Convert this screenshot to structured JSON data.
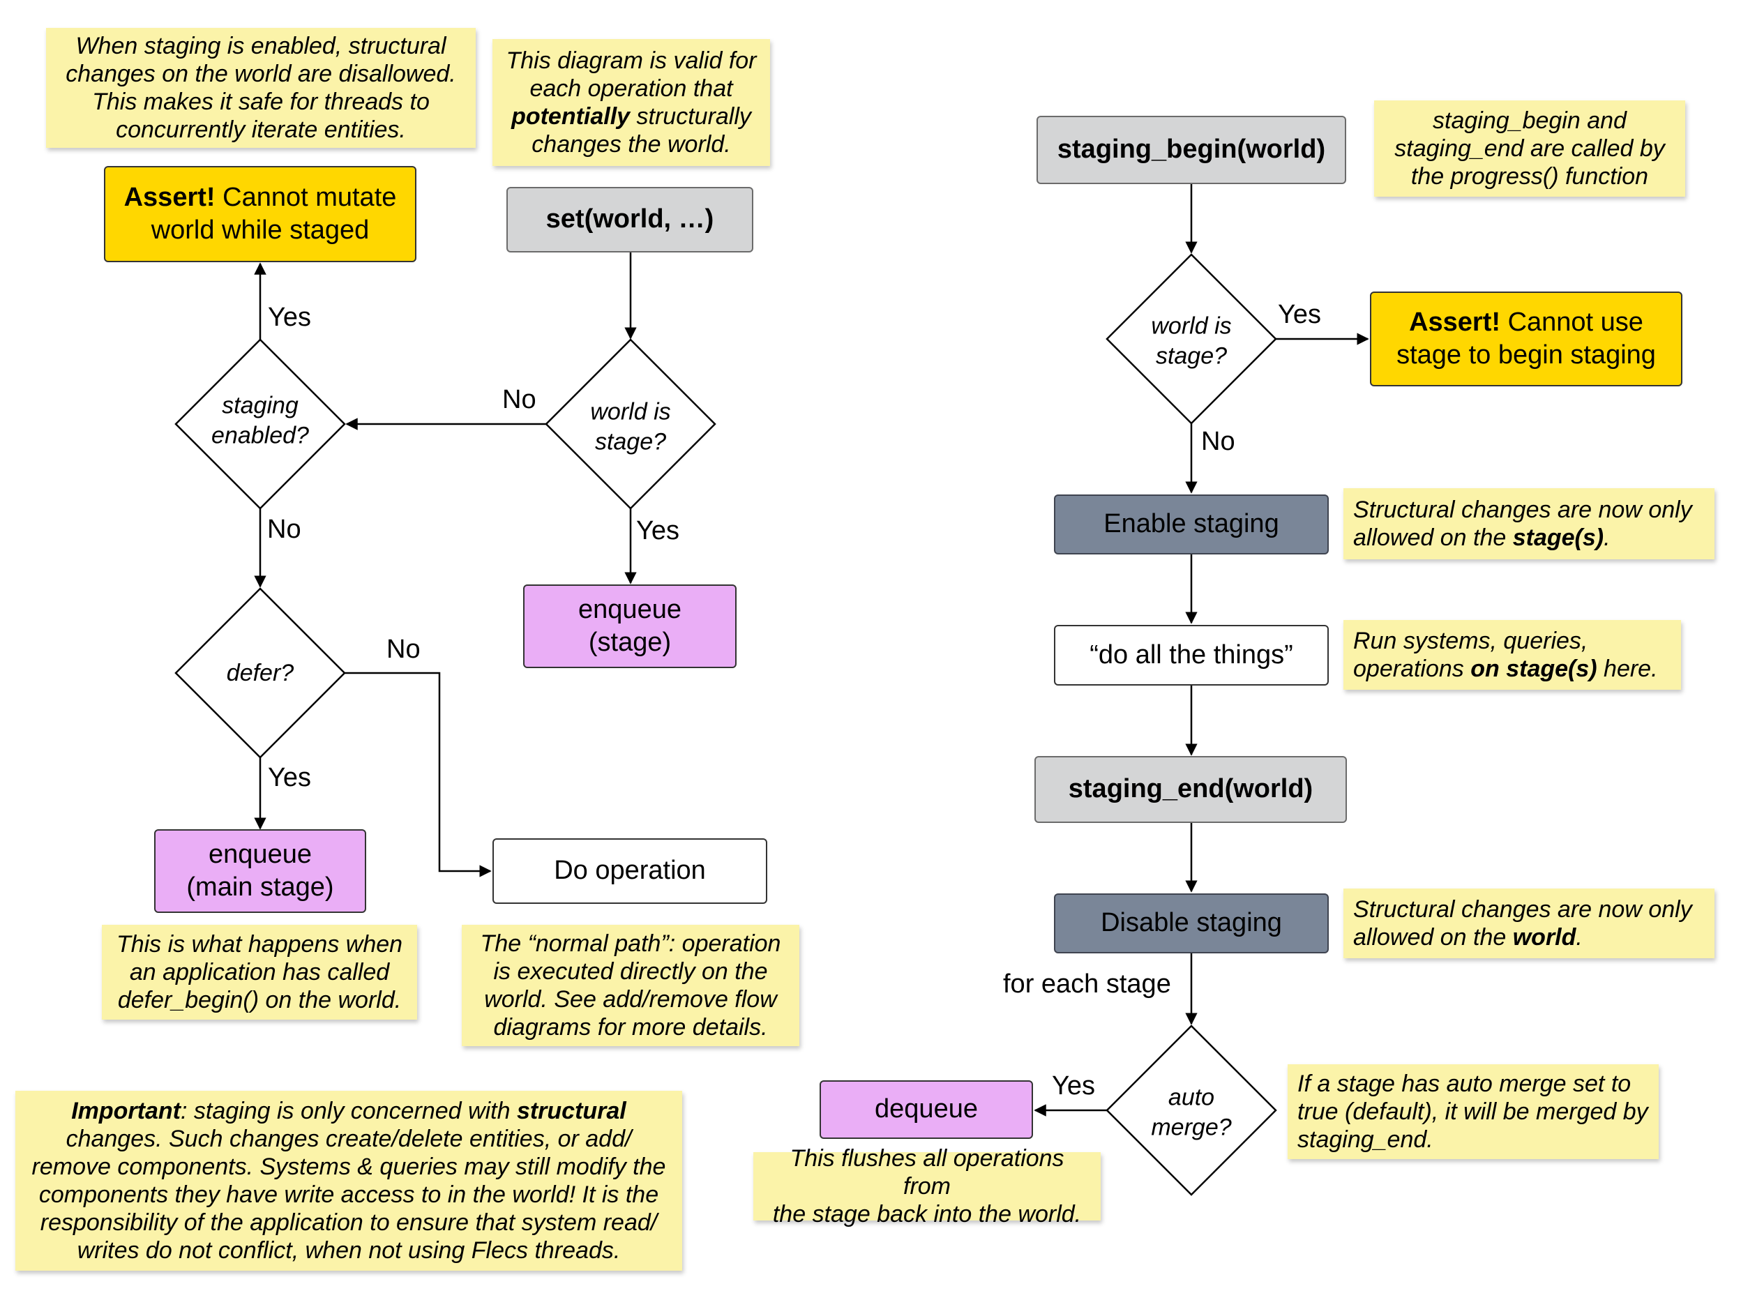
{
  "notes": {
    "staging_enabled_info": [
      "When staging is enabled, structural",
      "changes on the world are disallowed.",
      "This makes it safe for threads to",
      "concurrently iterate entities."
    ],
    "diagram_valid": {
      "line1": "This diagram is valid for",
      "line2": "each operation that",
      "line3_bold": "potentially",
      "line3_rest": " structurally",
      "line4": "changes the world."
    },
    "progress_info": [
      "staging_begin and",
      "staging_end are called by",
      "the progress() function"
    ],
    "stages_only": {
      "line1": "Structural changes are now only",
      "line2_pre": "allowed on the ",
      "line2_bold": "stage(s)",
      "line2_post": "."
    },
    "run_systems": {
      "line1": "Run systems, queries,",
      "line2_pre": "operations ",
      "line2_bold": "on stage(s)",
      "line2_post": " here."
    },
    "world_only": {
      "line1": "Structural changes are now only",
      "line2_pre": "allowed on the ",
      "line2_bold": "world",
      "line2_post": "."
    },
    "defer_begin": [
      "This is what happens when",
      "an application has called",
      "defer_begin() on the world."
    ],
    "normal_path": [
      "The “normal path”: operation",
      "is executed directly on the",
      "world. See add/remove flow",
      "diagrams for more details."
    ],
    "auto_merge": [
      "If a stage has auto merge set to",
      "true (default), it will be merged by",
      "staging_end."
    ],
    "flushes": [
      "This flushes all operations from",
      "the stage back into the world."
    ],
    "important": {
      "l1_bold": "Important",
      "l1_mid": ": staging is only concerned with ",
      "l1_bold2": "structural",
      "lines": [
        "changes. Such changes create/delete entities, or add/",
        "remove components. Systems & queries may still modify the",
        "components they have write access to in the world! It is the",
        "responsibility of the application to ensure that system read/",
        "writes do not conflict, when not using Flecs threads."
      ]
    }
  },
  "boxes": {
    "assert_mutate": {
      "bold": "Assert!",
      "rest": " Cannot mutate",
      "line2": "world while staged"
    },
    "set_world": "set(world, …)",
    "enqueue_stage": [
      "enqueue",
      "(stage)"
    ],
    "enqueue_main": [
      "enqueue",
      "(main stage)"
    ],
    "do_operation": "Do operation",
    "staging_begin": "staging_begin(world)",
    "assert_stage": {
      "bold": "Assert!",
      "rest": " Cannot use",
      "line2": "stage to begin staging"
    },
    "enable_staging": "Enable staging",
    "do_all": "“do all the things”",
    "staging_end": "staging_end(world)",
    "disable_staging": "Disable staging",
    "dequeue": "dequeue"
  },
  "decisions": {
    "staging_enabled": [
      "staging",
      "enabled?"
    ],
    "world_is_stage_left": [
      "world is",
      "stage?"
    ],
    "defer": [
      "defer?"
    ],
    "world_is_stage_right": [
      "world is",
      "stage?"
    ],
    "auto_merge": [
      "auto",
      "merge?"
    ]
  },
  "edge_labels": {
    "yes_assert": "Yes",
    "no_left": "No",
    "yes_enqueue_stage": "Yes",
    "no_defer": "No",
    "no_do_op": "No",
    "yes_enqueue_main": "Yes",
    "yes_assert_right": "Yes",
    "no_enable": "No",
    "for_each_stage": "for each stage",
    "yes_dequeue": "Yes"
  }
}
